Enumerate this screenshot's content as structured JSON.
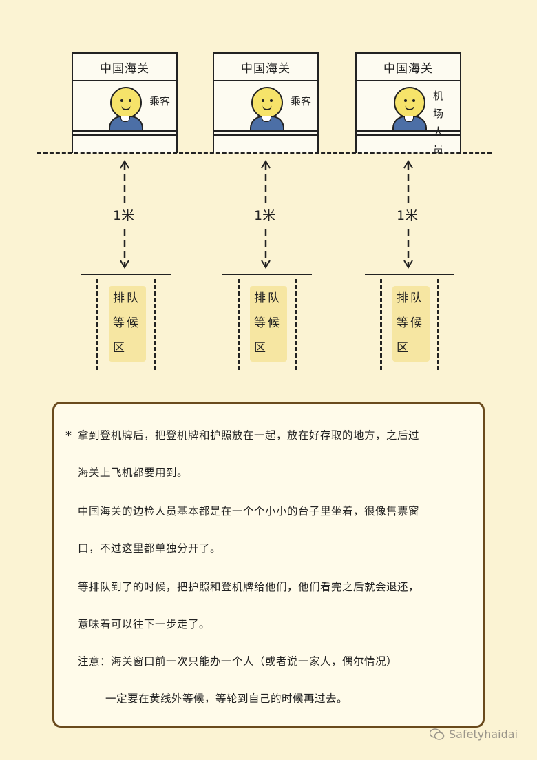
{
  "booths": [
    {
      "title": "中国海关",
      "person_label": "乘客"
    },
    {
      "title": "中国海关",
      "person_label": "乘客"
    },
    {
      "title": "中国海关",
      "person_label": "机场人员"
    }
  ],
  "distance_label": "1米",
  "queue_sign_lines": [
    "排队",
    "等候",
    "区"
  ],
  "note": {
    "bullet": "*",
    "lines": [
      "拿到登机牌后，把登机牌和护照放在一起，放在好存取的地方，之后过",
      "海关上飞机都要用到。",
      "中国海关的边检人员基本都是在一个个小小的台子里坐着，很像售票窗",
      "口，不过这里都单独分开了。",
      "等排队到了的时候，把护照和登机牌给他们，他们看完之后就会退还，",
      "意味着可以往下一步走了。",
      "注意：海关窗口前一次只能办一个人（或者说一家人，偶尔情况）",
      "一定要在黄线外等候，等轮到自己的时候再过去。"
    ]
  },
  "watermark": "Safetyhaidai",
  "colors": {
    "background": "#fbf3d3",
    "face": "#f6e36a",
    "uniform": "#4c6fa6",
    "sign": "#f6e6a2",
    "note_border": "#6a4a1d"
  }
}
